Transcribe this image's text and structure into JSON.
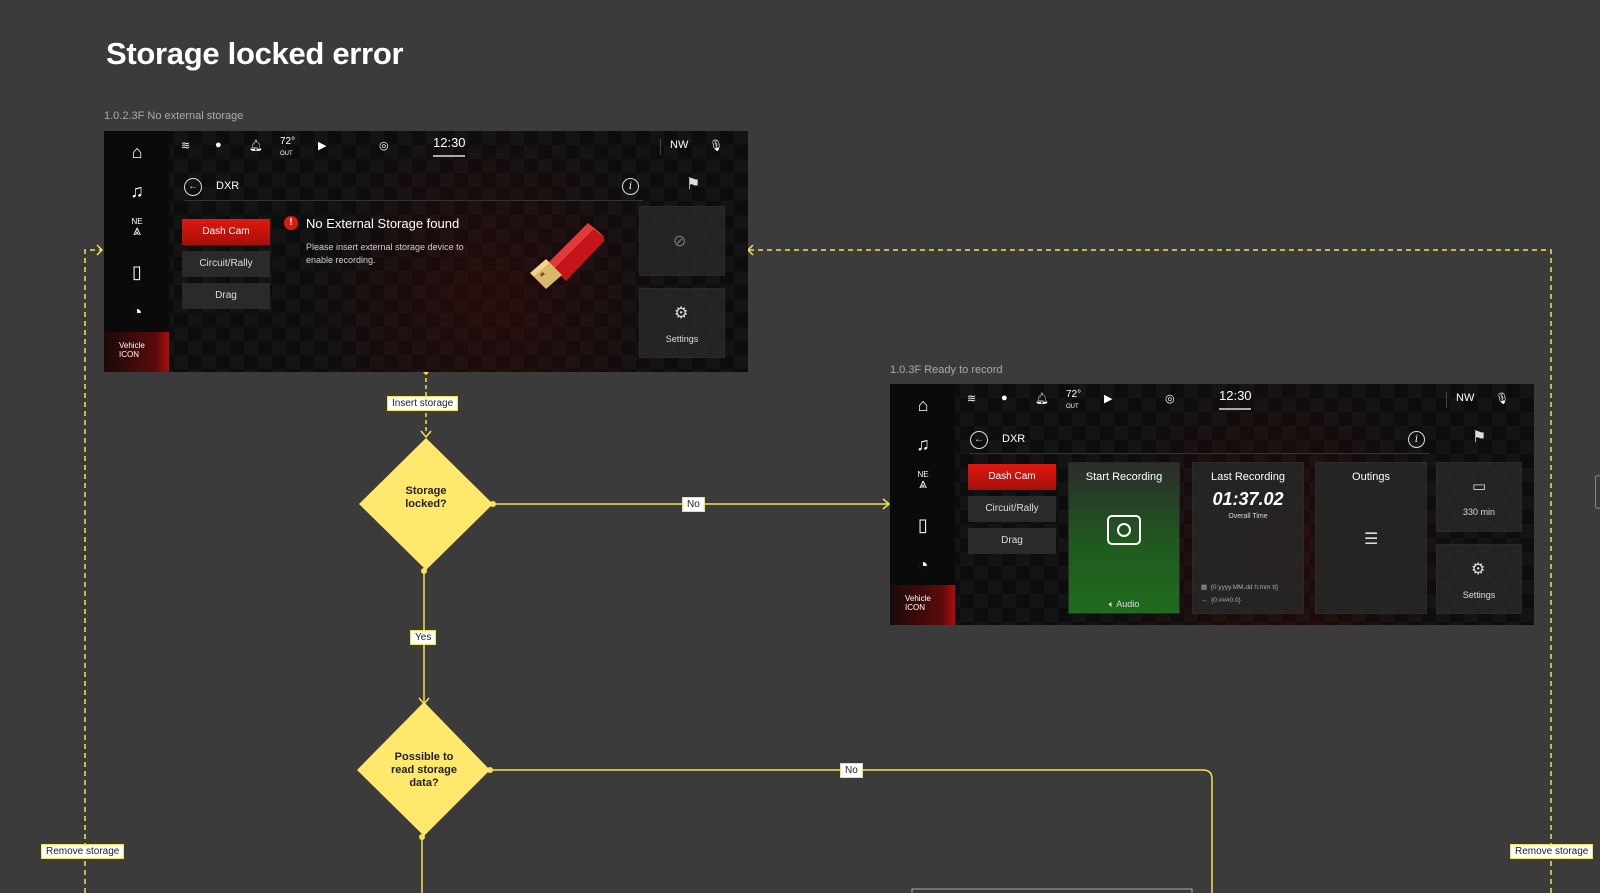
{
  "page_title": "Storage locked error",
  "screen_a": {
    "label": "1.0.2.3F No external storage",
    "status": {
      "temp": "72°",
      "temp_sub": "OUT",
      "clock": "12:30",
      "direction": "NW"
    },
    "nav": {
      "compass_dir": "NE",
      "vehicle_label_1": "Vehicle",
      "vehicle_label_2": "ICON"
    },
    "header_title": "DXR",
    "modes": [
      "Dash Cam",
      "Circuit/Rally",
      "Drag"
    ],
    "error_title": "No External Storage found",
    "error_line_1": "Please insert external storage device to",
    "error_line_2": "enable recording.",
    "settings_label": "Settings"
  },
  "screen_b": {
    "label": "1.0.3F Ready to record",
    "status": {
      "temp": "72°",
      "temp_sub": "OUT",
      "clock": "12:30",
      "direction": "NW"
    },
    "nav": {
      "compass_dir": "NE",
      "vehicle_label_1": "Vehicle",
      "vehicle_label_2": "ICON"
    },
    "header_title": "DXR",
    "modes": [
      "Dash Cam",
      "Circuit/Rally",
      "Drag"
    ],
    "start_recording": "Start Recording",
    "audio_label": "Audio",
    "last_recording": "Last Recording",
    "last_time": "01:37.02",
    "overall_time": "Overall Time",
    "date_format": "{0:yyyy.MM.dd   h:mm tt}",
    "distance_format": "{0:###0.0}",
    "outings": "Outings",
    "storage_min": "330 min",
    "settings_label": "Settings"
  },
  "flow": {
    "insert_storage": "Insert storage",
    "decision_1_line_1": "Storage",
    "decision_1_line_2": "locked?",
    "decision_2_line_1": "Possible to",
    "decision_2_line_2": "read storage",
    "decision_2_line_3": "data?",
    "no_1": "No",
    "yes_1": "Yes",
    "no_2": "No",
    "remove_storage_left": "Remove storage",
    "remove_storage_right": "Remove storage"
  },
  "colors": {
    "background": "#3b3b3b",
    "flow_yellow": "#f5e34f",
    "diamond_fill": "#ffe86b",
    "accent_red": "#e0190f",
    "record_green": "#1f6b1f"
  }
}
